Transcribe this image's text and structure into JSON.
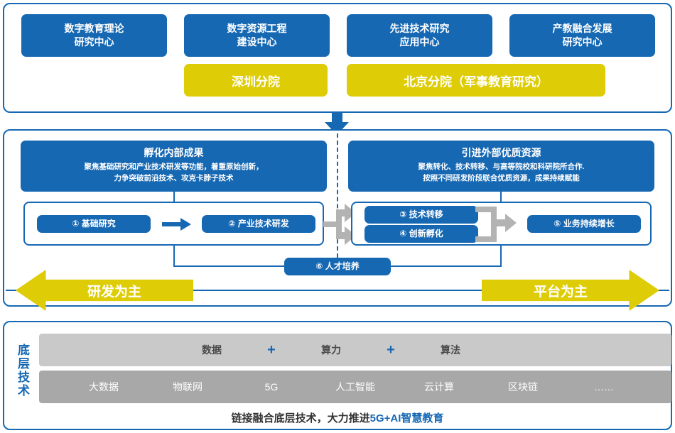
{
  "colors": {
    "blue": "#1668b3",
    "yellow": "#ddcc06",
    "gray_light": "#c9c9c9",
    "gray_dark": "#a8a8a8",
    "gray_arrow": "#b3b3b3",
    "text_dark": "#4a4a4a"
  },
  "top_panel": {
    "centers": [
      {
        "line1": "数字教育理论",
        "line2": "研究中心"
      },
      {
        "line1": "数字资源工程",
        "line2": "建设中心"
      },
      {
        "line1": "先进技术研究",
        "line2": "应用中心"
      },
      {
        "line1": "产教融合发展",
        "line2": "研究中心"
      }
    ],
    "branches": [
      {
        "label": "深圳分院"
      },
      {
        "label": "北京分院（军事教育研究）"
      }
    ]
  },
  "middle_panel": {
    "left_block": {
      "title": "孵化内部成果",
      "desc_line1": "聚焦基础研究和产业技术研发等功能，着重原始创新，",
      "desc_line2": "力争突破前沿技术、攻克卡脖子技术"
    },
    "right_block": {
      "title": "引进外部优质资源",
      "desc_line1": "聚焦转化、技术转移、与高等院校和科研院所合作.",
      "desc_line2": "按照不同研发阶段联合优质资源，成果持续赋能"
    },
    "steps": {
      "step1": "① 基础研究",
      "step2": "② 产业技术研发",
      "step3": "③ 技术转移",
      "step4": "④ 创新孵化",
      "step5": "⑤ 业务持续增长",
      "step6": "⑥ 人才培养"
    },
    "axis": {
      "left_arrow_label": "研发为主",
      "right_arrow_label": "平台为主"
    }
  },
  "bottom_panel": {
    "vertical_label": "底层技术",
    "row_formula": {
      "items": [
        "数据",
        "算力",
        "算法"
      ],
      "operator": "+"
    },
    "row_techs": [
      "大数据",
      "物联网",
      "5G",
      "人工智能",
      "云计算",
      "区块链",
      "……"
    ],
    "caption_plain": "链接融合底层技术，大力推进",
    "caption_highlight": "5G+AI智慧教育"
  }
}
